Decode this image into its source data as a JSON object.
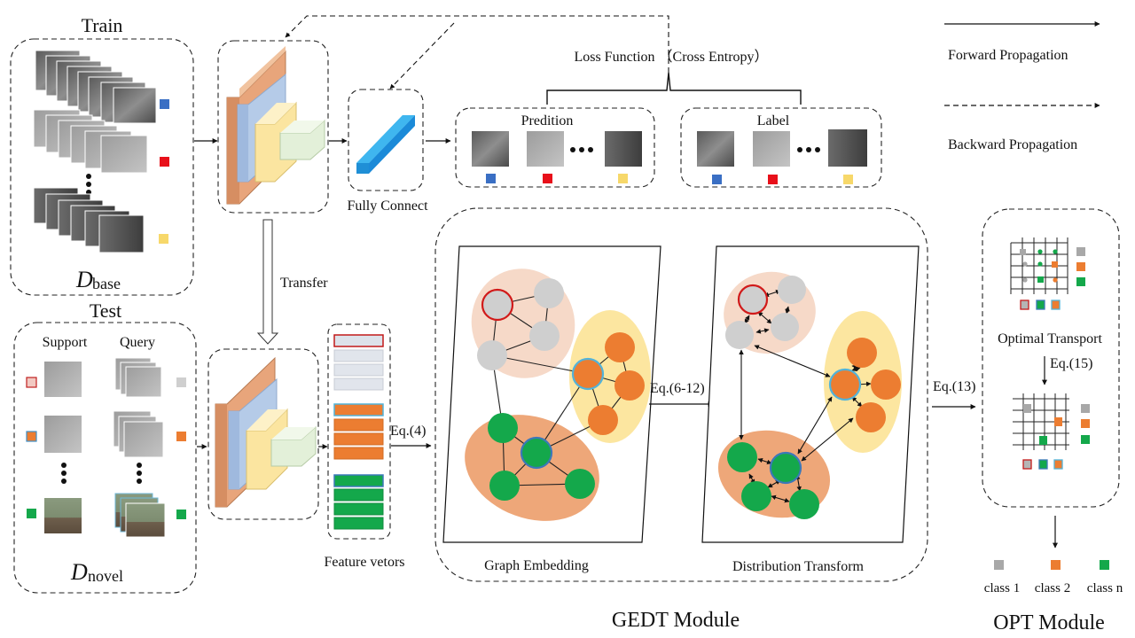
{
  "legend": {
    "forward": "Forward Propagation",
    "backward": "Backward Propagation"
  },
  "train": {
    "title": "Train",
    "dataset_symbol": "D",
    "dataset_sub": "base"
  },
  "test": {
    "title": "Test",
    "support": "Support",
    "query": "Query",
    "dataset_symbol": "D",
    "dataset_sub": "novel"
  },
  "training_head": {
    "fully_connect": "Fully Connect",
    "loss": "Loss Function （Cross Entropy）",
    "prediction": "Predition",
    "label": "Label"
  },
  "transfer": "Transfer",
  "feature_vectors": "Feature vetors",
  "equations": {
    "eq4": "Eq.(4)",
    "eq6_12": "Eq.(6-12)",
    "eq13": "Eq.(13)",
    "eq15": "Eq.(15)"
  },
  "gedt": {
    "module": "GEDT Module",
    "graph_embedding": "Graph Embedding",
    "distribution_transform": "Distribution   Transform"
  },
  "opt": {
    "module": "OPT Module",
    "optimal_transport": "Optimal Transport",
    "classes": [
      "class 1",
      "class 2",
      "class n"
    ]
  },
  "colors": {
    "blue": "#3a6fc4",
    "red": "#e8101a",
    "yellow": "#f7d86a",
    "gray": "#a8a8a8",
    "orange": "#ec7d31",
    "green": "#14a84b",
    "peach_cluster": "#f6d9c8",
    "yellow_cluster": "#fce6a0",
    "orange_cluster": "#eea779"
  }
}
